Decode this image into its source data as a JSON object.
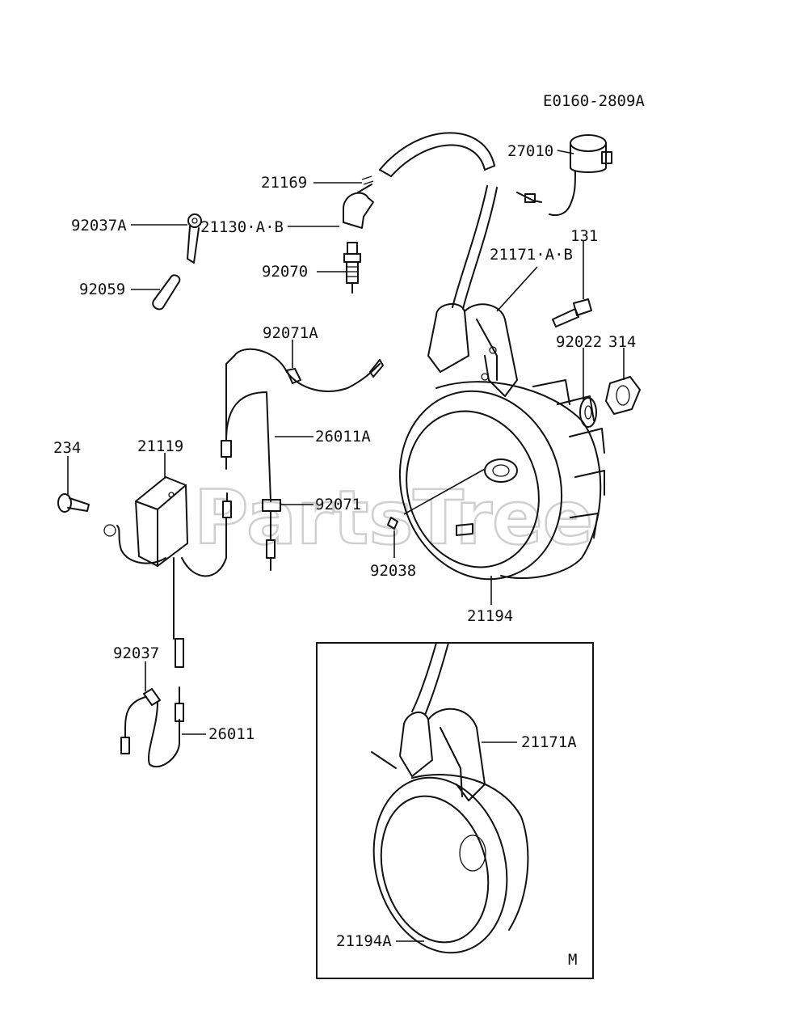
{
  "diagram": {
    "code": "E0160-2809A",
    "watermark": "PartsTree",
    "inset_mark": "M",
    "parts": {
      "p27010": "27010",
      "p21169": "21169",
      "p92037A": "92037A",
      "p21130": "21130·A·B",
      "p131": "131",
      "p21171AB": "21171·A·B",
      "p92070": "92070",
      "p92059": "92059",
      "p92071A": "92071A",
      "p314": "314",
      "p92022": "92022",
      "p26011A": "26011A",
      "p234": "234",
      "p21119": "21119",
      "p92071": "92071",
      "p92038": "92038",
      "p21194": "21194",
      "p92037": "92037",
      "p26011": "26011",
      "p21171A": "21171A",
      "p21194A": "21194A"
    }
  }
}
